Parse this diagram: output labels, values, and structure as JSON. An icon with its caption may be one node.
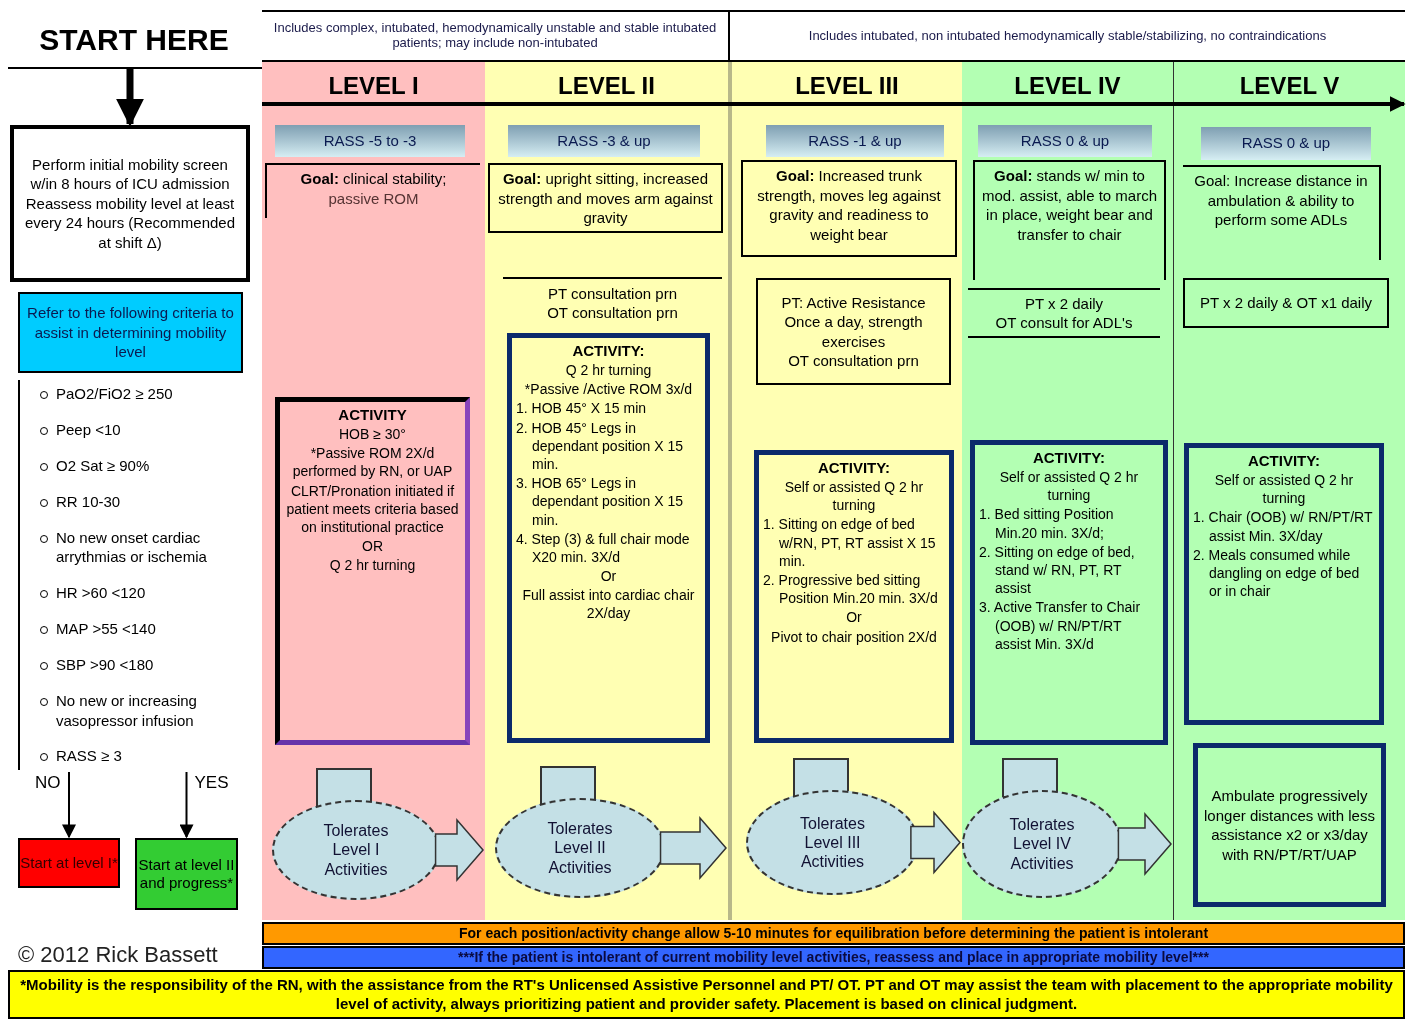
{
  "diagram": {
    "nodes": [
      {
        "text": [
          "START HERE"
        ]
      },
      {
        "text": [
          "Perform initial mobility screen w/in 8 hours of ICU admission",
          "Reassess mobility level at least every 24 hours (Recommended at shift Δ)"
        ]
      },
      {
        "text": [
          "Refer to the following criteria to assist in determining mobility level"
        ]
      },
      {
        "text": [
          "PaO2/FiO2 ≥ 250",
          "Peep <10",
          "O2 Sat ≥ 90%",
          "RR 10-30",
          "No new onset cardiac arrythmias or ischemia",
          "HR >60 <120",
          "MAP >55 <140",
          "SBP >90 <180",
          "No new or increasing vasopressor infusion",
          "RASS ≥ 3"
        ]
      },
      {
        "text": [
          "Start at level I*"
        ]
      },
      {
        "text": [
          "Start at level II and progress*"
        ]
      },
      {
        "text": [
          "Includes complex, intubated, hemodynamically unstable and stable intubated patients; may include non-intubated"
        ]
      },
      {
        "text": [
          "Includes intubated, non intubated hemodynamically stable/stabilizing, no contraindications"
        ]
      },
      {
        "text": [
          "LEVEL I"
        ]
      },
      {
        "text": [
          "RASS -5 to -3"
        ],
        "in": 8
      },
      {
        "text": [
          "**Goal:** clinical stability;",
          "passive ROM"
        ],
        "in": 8
      },
      {
        "text": [
          "ACTIVITY",
          "HOB ≥ 30°",
          "*Passive ROM 2X/d performed by RN, or UAP",
          "CLRT/Pronation initiated if patient meets criteria based on institutional practice",
          "OR",
          "Q 2 hr turning"
        ],
        "in": 8
      },
      {
        "text": [
          "Tolerates Level I Activities"
        ],
        "in": 8
      },
      {
        "text": [
          "LEVEL II"
        ]
      },
      {
        "text": [
          "RASS -3 & up"
        ],
        "in": 13
      },
      {
        "text": [
          "**Goal:** upright sitting, increased strength and moves arm against gravity"
        ],
        "in": 13
      },
      {
        "text": [
          "PT consultation prn",
          "OT consultation prn"
        ],
        "in": 13
      },
      {
        "text": [
          "ACTIVITY:",
          "Q 2 hr turning",
          "*Passive /Active ROM 3x/d",
          "1. HOB 45° X 15 min",
          "2. HOB 45° Legs in dependant position X 15 min.",
          "3. HOB 65° Legs in dependant position X 15 min.",
          "4. Step (3) & full chair mode X20 min. 3X/d",
          "Or",
          "Full assist into cardiac chair 2X/day"
        ],
        "in": 13
      },
      {
        "text": [
          "Tolerates Level II Activities"
        ],
        "in": 13
      },
      {
        "text": [
          "LEVEL III"
        ]
      },
      {
        "text": [
          "RASS -1 & up"
        ],
        "in": 19
      },
      {
        "text": [
          "**Goal:** Increased trunk strength, moves leg against gravity and readiness to weight bear"
        ],
        "in": 19
      },
      {
        "text": [
          "PT: Active Resistance Once a day, strength exercises",
          "OT consultation prn"
        ],
        "in": 19
      },
      {
        "text": [
          "ACTIVITY:",
          "Self or assisted Q 2 hr turning",
          "1. Sitting on edge of bed w/RN, PT, RT assist X 15 min.",
          "2. Progressive bed sitting Position Min.20 min. 3X/d",
          "Or",
          "Pivot to chair position 2X/d"
        ],
        "in": 19
      },
      {
        "text": [
          "Tolerates Level III Activities"
        ],
        "in": 19
      },
      {
        "text": [
          "LEVEL IV"
        ]
      },
      {
        "text": [
          "RASS 0 & up"
        ],
        "in": 25
      },
      {
        "text": [
          "**Goal:** stands w/ min to mod. assist, able to march in place, weight bear and transfer to chair"
        ],
        "in": 25
      },
      {
        "text": [
          "PT x 2 daily",
          "OT consult for ADL's"
        ],
        "in": 25
      },
      {
        "text": [
          "ACTIVITY:",
          "Self or assisted Q 2 hr turning",
          "1. Bed sitting Position Min.20 min. 3X/d;",
          "2. Sitting on edge of bed, stand w/ RN, PT, RT assist",
          "3. Active Transfer to Chair (OOB) w/ RN/PT/RT assist Min. 3X/d"
        ],
        "in": 25
      },
      {
        "text": [
          "Tolerates Level IV Activities"
        ],
        "in": 25
      },
      {
        "text": [
          "LEVEL V"
        ]
      },
      {
        "text": [
          "RASS 0 & up"
        ],
        "in": 31
      },
      {
        "text": [
          "Goal: Increase distance in ambulation & ability to perform some ADLs"
        ],
        "in": 31
      },
      {
        "text": [
          "PT x 2 daily & OT x1 daily"
        ],
        "in": 31
      },
      {
        "text": [
          "ACTIVITY:",
          "Self or assisted Q 2 hr turning",
          "1. Chair (OOB) w/ RN/PT/RT assist Min. 3X/day",
          "2. Meals consumed while dangling on edge of bed or in chair"
        ],
        "in": 31
      },
      {
        "text": [
          "Ambulate progressively longer distances with less assistance x2 or x3/day with RN/PT/RT/UAP"
        ],
        "in": 31
      },
      {
        "text": [
          "For each position/activity change allow 5-10 minutes for equilibration before determining the patient is intolerant"
        ]
      },
      {
        "text": [
          "***If the patient is intolerant of current mobility level activities, reassess and place in appropriate mobility level***"
        ]
      },
      {
        "text": [
          "*Mobility is the responsibility of the RN, with the assistance from the RT's Unlicensed Assistive Personnel and PT/ OT. PT and OT may assist the team with placement to the appropriate mobility level of activity, always prioritizing patient and provider safety.  Placement is based on clinical judgment."
        ]
      }
    ],
    "edges": [
      {
        "from": 0,
        "to": 1,
        "arrow": "to",
        "style": "thick"
      },
      {
        "from": 3,
        "to": 4,
        "arrow": "to",
        "label": "NO"
      },
      {
        "from": 3,
        "to": 5,
        "arrow": "to",
        "label": "YES"
      },
      {
        "from": 12,
        "to": 13,
        "arrow": "to"
      },
      {
        "from": 18,
        "to": 19,
        "arrow": "to"
      },
      {
        "from": 24,
        "to": 25,
        "arrow": "to"
      },
      {
        "from": 30,
        "to": 31,
        "arrow": "to"
      },
      {
        "from": 8,
        "to": 31,
        "arrow": "to"
      }
    ],
    "labels": [
      "© 2012 Rick Bassett"
    ]
  }
}
